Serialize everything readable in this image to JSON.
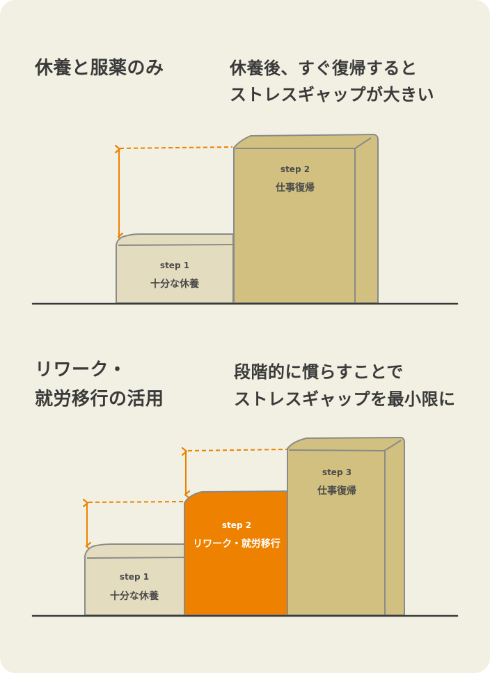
{
  "sections": [
    {
      "heading": [
        "休養と服薬のみ"
      ],
      "description": [
        "休養後、すぐ復帰すると",
        "ストレスギャップが大きい"
      ],
      "steps": [
        {
          "step": "step 1",
          "label": "十分な休養"
        },
        {
          "step": "step 2",
          "label": "仕事復帰"
        }
      ]
    },
    {
      "heading": [
        "リワーク・",
        "就労移行の活用"
      ],
      "description": [
        "段階的に慣らすことで",
        "ストレスギャップを最小限に"
      ],
      "steps": [
        {
          "step": "step 1",
          "label": "十分な休養"
        },
        {
          "step": "step 2",
          "label": "リワーク・就労移行"
        },
        {
          "step": "step 3",
          "label": "仕事復帰"
        }
      ]
    }
  ],
  "colors": {
    "background": "#f1f0e3",
    "rest_box": "#e4dcbf",
    "work_box": "#d1c07f",
    "rework_box": "#ee8100",
    "outline": "#8a8a88",
    "arrow": "#ee8100",
    "ground": "#3a3a3a"
  }
}
